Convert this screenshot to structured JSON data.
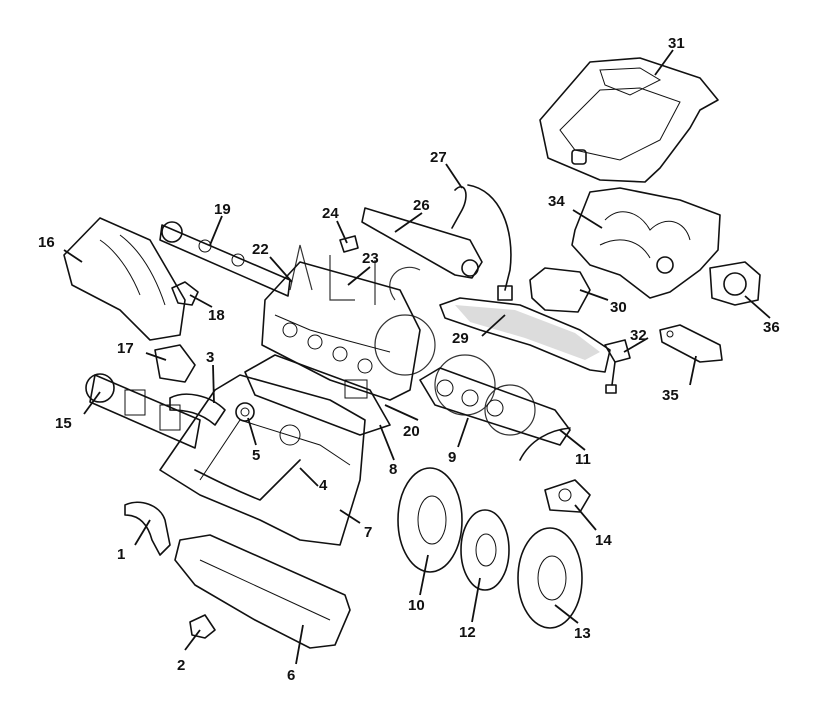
{
  "callouts": [
    {
      "id": "1",
      "label": "1"
    },
    {
      "id": "2",
      "label": "2"
    },
    {
      "id": "3",
      "label": "3"
    },
    {
      "id": "4",
      "label": "4"
    },
    {
      "id": "5",
      "label": "5"
    },
    {
      "id": "6",
      "label": "6"
    },
    {
      "id": "7",
      "label": "7"
    },
    {
      "id": "8",
      "label": "8"
    },
    {
      "id": "9",
      "label": "9"
    },
    {
      "id": "10",
      "label": "10"
    },
    {
      "id": "11",
      "label": "11"
    },
    {
      "id": "12",
      "label": "12"
    },
    {
      "id": "13",
      "label": "13"
    },
    {
      "id": "14",
      "label": "14"
    },
    {
      "id": "15",
      "label": "15"
    },
    {
      "id": "16",
      "label": "16"
    },
    {
      "id": "17",
      "label": "17"
    },
    {
      "id": "18",
      "label": "18"
    },
    {
      "id": "19",
      "label": "19"
    },
    {
      "id": "20",
      "label": "20"
    },
    {
      "id": "22",
      "label": "22"
    },
    {
      "id": "23",
      "label": "23"
    },
    {
      "id": "24",
      "label": "24"
    },
    {
      "id": "26",
      "label": "26"
    },
    {
      "id": "27",
      "label": "27"
    },
    {
      "id": "29",
      "label": "29"
    },
    {
      "id": "30",
      "label": "30"
    },
    {
      "id": "31",
      "label": "31"
    },
    {
      "id": "32",
      "label": "32"
    },
    {
      "id": "34",
      "label": "34"
    },
    {
      "id": "35",
      "label": "35"
    },
    {
      "id": "36",
      "label": "36"
    }
  ]
}
